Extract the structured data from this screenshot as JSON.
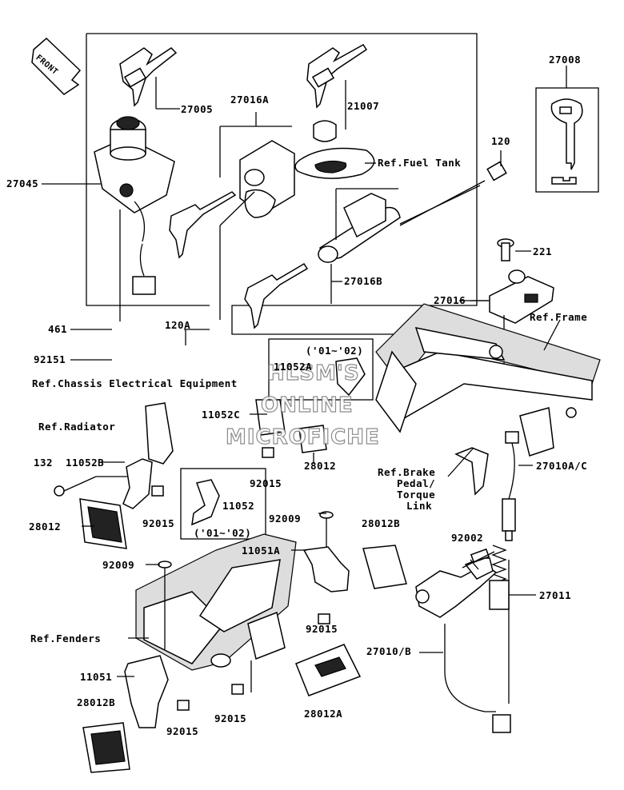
{
  "front_arrow": {
    "label": "FRONT"
  },
  "parts": {
    "p27005": "27005",
    "p27016A": "27016A",
    "p21007": "21007",
    "p27008": "27008",
    "p27045": "27045",
    "p120": "120",
    "p221": "221",
    "p27016B": "27016B",
    "p27016": "27016",
    "p461": "461",
    "p120A": "120A",
    "p92151": "92151",
    "p11052A": "11052A",
    "p11052C": "11052C",
    "p28012_a": "28012",
    "p92015_a": "92015",
    "p132": "132",
    "p11052B": "11052B",
    "p11052": "11052",
    "p28012_b": "28012",
    "p92015_b": "92015",
    "p27010AC": "27010A/C",
    "p92009_a": "92009",
    "p28012B_a": "28012B",
    "p11051A": "11051A",
    "p92002": "92002",
    "p92009_b": "92009",
    "p27011": "27011",
    "p92015_c": "92015",
    "p27010B": "27010/B",
    "p11051": "11051",
    "p28012B_b": "28012B",
    "p92015_d": "92015",
    "p92015_e": "92015",
    "p28012A": "28012A"
  },
  "refs": {
    "fuel_tank": "Ref.Fuel Tank",
    "frame": "Ref.Frame",
    "chassis": "Ref.Chassis Electrical Equipment",
    "radiator": "Ref.Radiator",
    "brake_1": "Ref.Brake",
    "brake_2": "Pedal/",
    "brake_3": "Torque",
    "brake_4": "Link",
    "fenders": "Ref.Fenders"
  },
  "year_notes": {
    "note_1": "('01~'02)",
    "note_2": "('01~'02)"
  },
  "watermark": {
    "line1": "HLSM'S",
    "line2": "ONLINE",
    "line3": "MICROFICHE"
  }
}
